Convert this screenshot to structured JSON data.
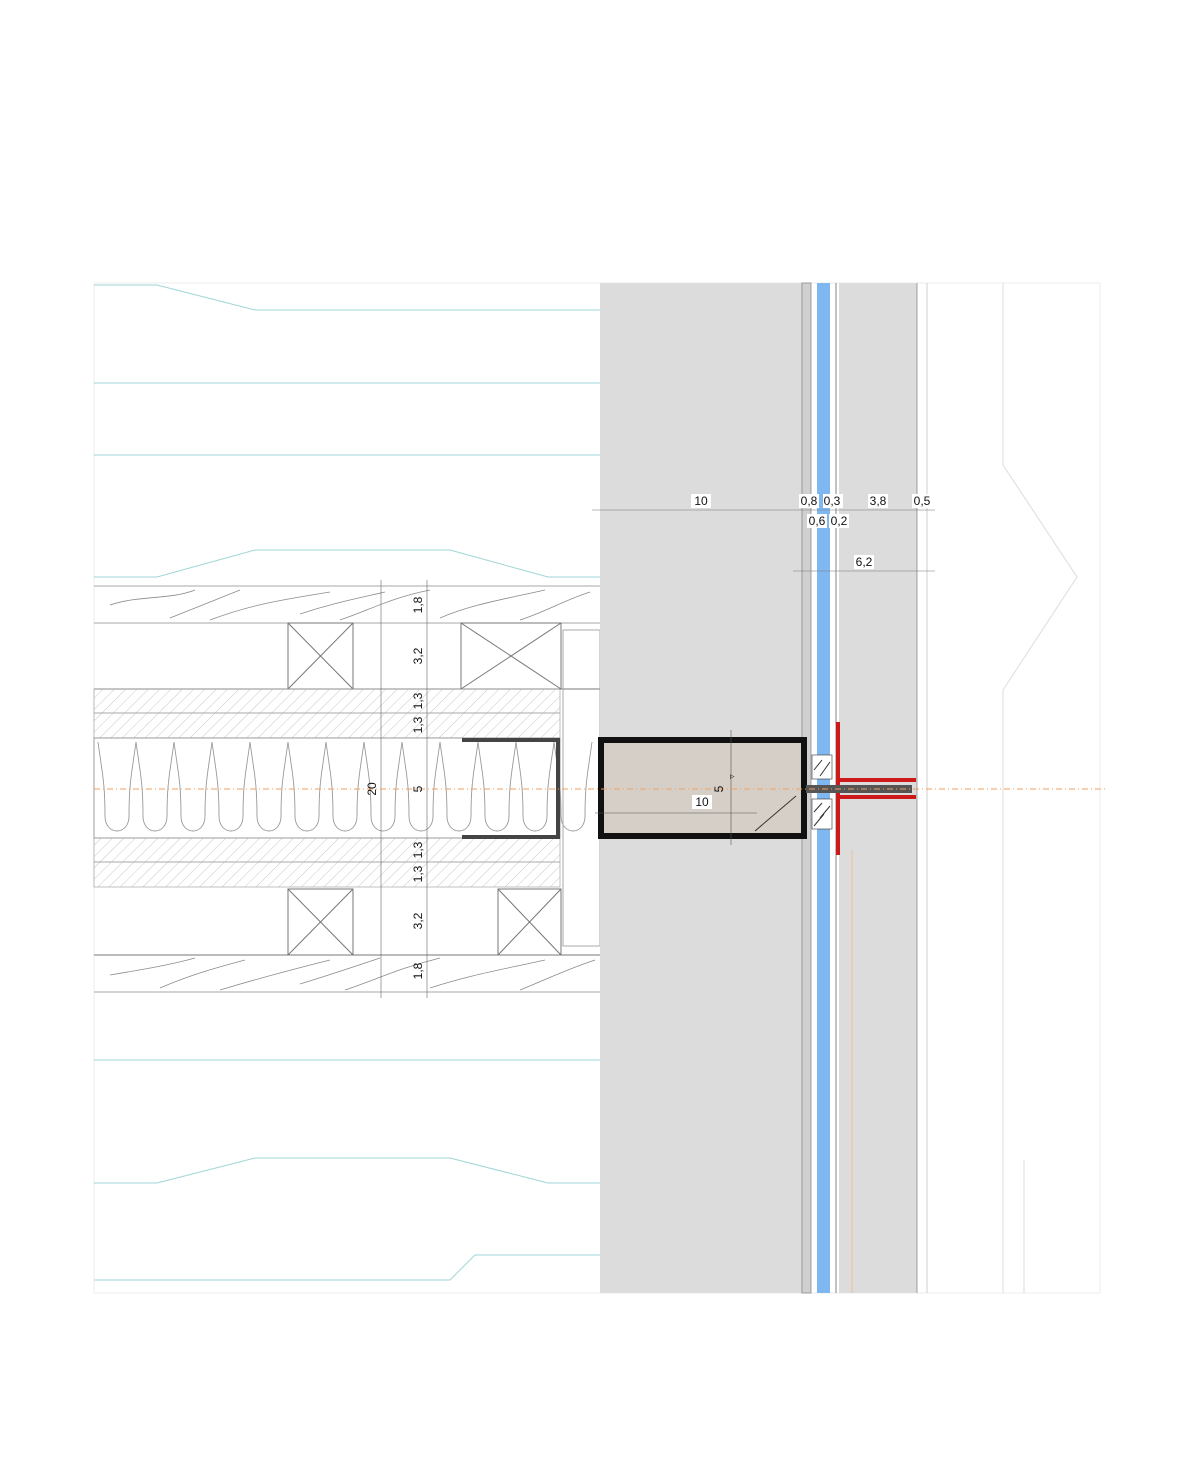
{
  "colors": {
    "background": "#ffffff",
    "frame_line": "#e6e6e6",
    "slab_fill": "#dcdcdc",
    "slab_edge": "#9a9a9a",
    "glass_fill": "#7fb8f0",
    "gasket_red": "#cc1a1a",
    "centerline_orange": "#f0a060",
    "guide_cyan": "#9ed6d4",
    "steel_tube_fill": "#d6cfc7",
    "steel_tube_stroke": "#111111",
    "hatch": "#999999",
    "line": "#6e6e6e"
  },
  "dimensions": {
    "top_row": [
      "10",
      "0,8",
      "0,3",
      "3,8",
      "0,5"
    ],
    "second_row": [
      "0,6",
      "0,2"
    ],
    "third_row": [
      "6,2"
    ],
    "left_column_top": [
      "1,8",
      "3,2",
      "1,3",
      "1,3"
    ],
    "left_column_middle": "5",
    "left_column_bottom": [
      "1,3",
      "1,3",
      "3,2",
      "1,8"
    ],
    "overall_height": "20",
    "tube_height": "5",
    "tube_width": "10"
  }
}
